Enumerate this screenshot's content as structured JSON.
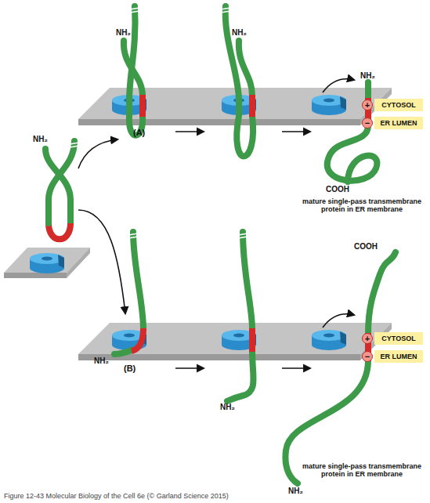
{
  "diagram": {
    "caption": "Figure 12-43 Molecular Biology of the Cell 6e (© Garland Science 2015)",
    "nodes": [
      {
        "text": [
          "+"
        ]
      },
      {
        "text": [
          "CYTOSOL"
        ]
      },
      {
        "text": [
          "−"
        ]
      },
      {
        "text": [
          "ER LUMEN"
        ]
      },
      {
        "text": [
          "+"
        ]
      },
      {
        "text": [
          "CYTOSOL"
        ]
      },
      {
        "text": [
          "−"
        ]
      },
      {
        "text": [
          "ER LUMEN"
        ]
      }
    ],
    "labels": [
      "NH₂",
      "NH₂",
      "NH₂",
      "(A)",
      "NH₂",
      "COOH",
      "mature single-pass transmembrane protein in ER membrane",
      "COOH",
      "NH₂",
      "(B)",
      "NH₂",
      "mature single-pass transmembrane protein in ER membrane",
      "NH₂"
    ]
  }
}
